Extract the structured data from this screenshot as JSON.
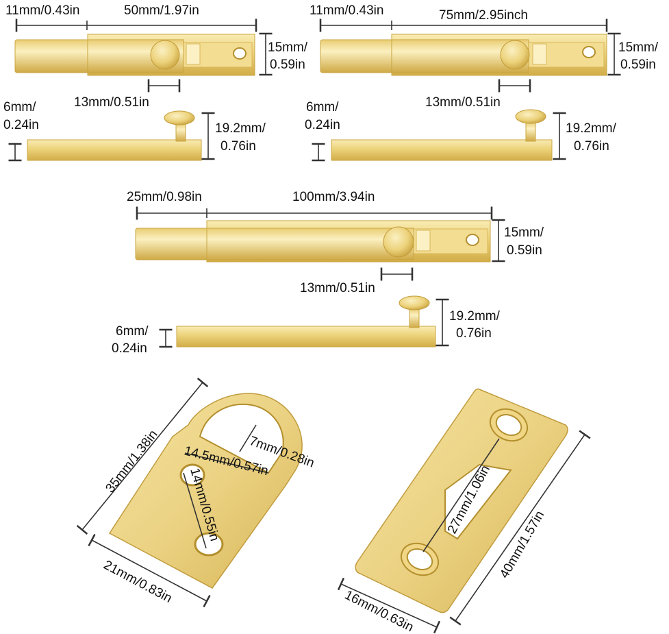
{
  "colors": {
    "brass_light": "#f7e7a6",
    "brass_mid": "#e8cb6c",
    "brass_dark": "#c9a53f",
    "brass_edge": "#b38f2e",
    "background": "#ffffff",
    "dimension_line": "#333333",
    "text": "#111111"
  },
  "bolt_50mm": {
    "bolt_length": "11mm/0.43in",
    "body_length": "50mm/1.97in",
    "width": "15mm/",
    "width_in": "0.59in",
    "knob": "13mm/0.51in",
    "thickness": "6mm/",
    "thickness_in": "0.24in",
    "height": "19.2mm/",
    "height_in": "0.76in"
  },
  "bolt_75mm": {
    "bolt_length": "11mm/0.43in",
    "body_length": "75mm/2.95inch",
    "width": "15mm/",
    "width_in": "0.59in",
    "knob": "13mm/0.51in",
    "thickness": "6mm/",
    "thickness_in": "0.24in",
    "height": "19.2mm/",
    "height_in": "0.76in"
  },
  "bolt_100mm": {
    "bolt_length": "25mm/0.98in",
    "body_length": "100mm/3.94in",
    "width": "15mm/",
    "width_in": "0.59in",
    "knob": "13mm/0.51in",
    "thickness": "6mm/",
    "thickness_in": "0.24in",
    "height": "19.2mm/",
    "height_in": "0.76in"
  },
  "strike_round": {
    "length": "35mm/1.38in",
    "width": "21mm/0.83in",
    "slot_width": "14.5mm/0.57in",
    "slot_depth": "7mm/0.28in",
    "hole_spacing": "14mm/0.55in"
  },
  "strike_rect": {
    "length": "40mm/1.57in",
    "width": "16mm/0.63in",
    "hole_spacing": "27mm/1.06in"
  }
}
